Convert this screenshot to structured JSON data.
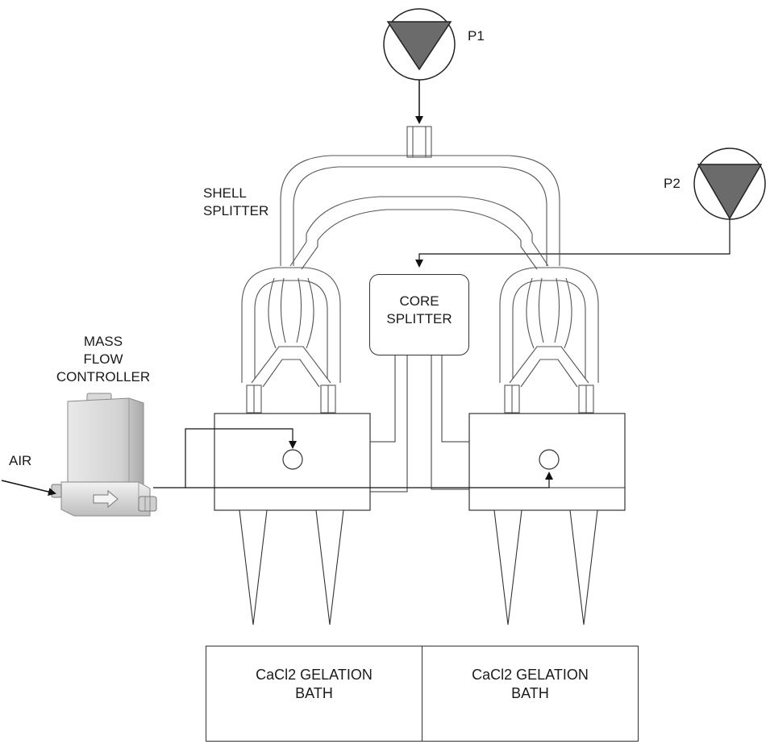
{
  "pumps": {
    "p1": {
      "label": "P1"
    },
    "p2": {
      "label": "P2"
    }
  },
  "labels": {
    "shell_splitter": [
      "SHELL",
      "SPLITTER"
    ],
    "core_splitter": [
      "CORE",
      "SPLITTER"
    ],
    "mass_flow_controller": [
      "MASS",
      "FLOW",
      "CONTROLLER"
    ],
    "air": "AIR"
  },
  "baths": {
    "left": [
      "CaCl2 GELATION",
      "BATH"
    ],
    "right": [
      "CaCl2 GELATION",
      "BATH"
    ]
  },
  "colors": {
    "line": "#333333",
    "pump_fill": "#6b6b6b",
    "device_body": "#cfcfcf"
  }
}
